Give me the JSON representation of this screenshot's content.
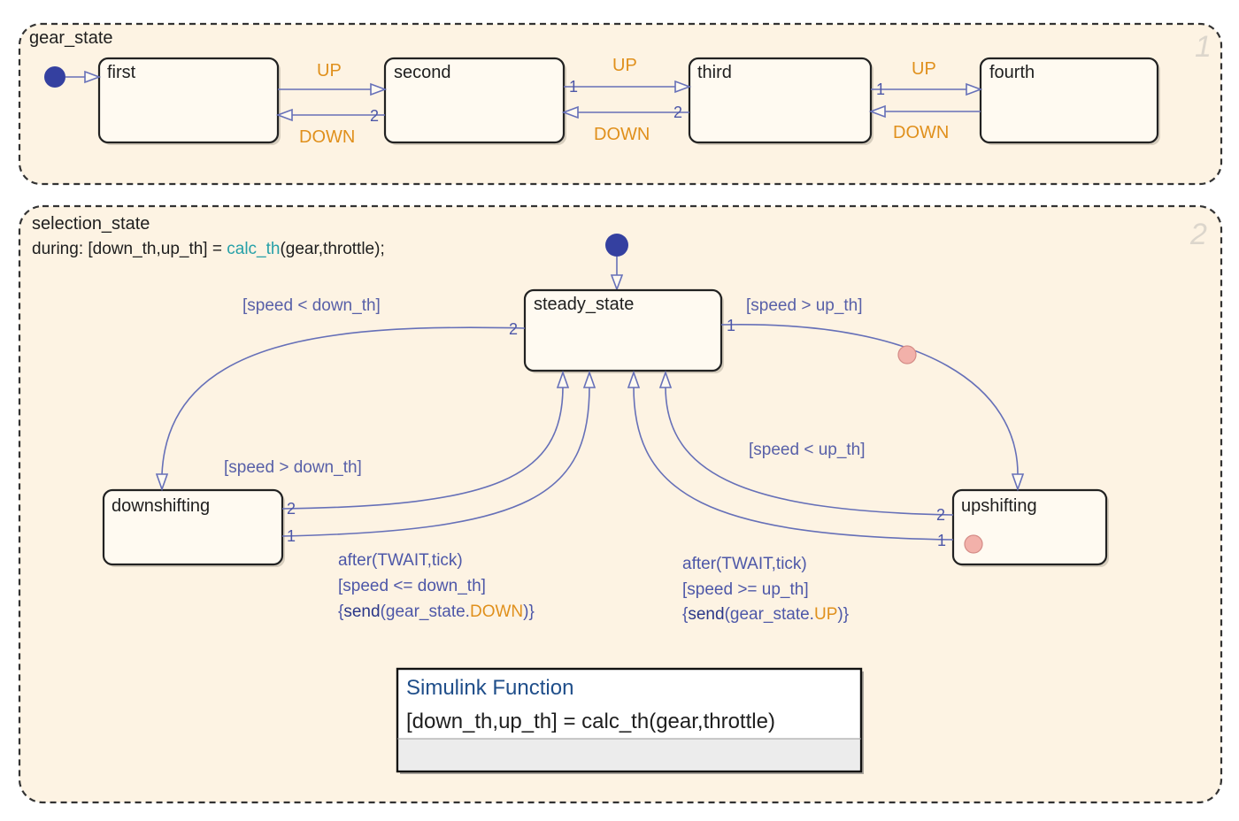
{
  "gear_state": {
    "name": "gear_state",
    "order": "1",
    "states": [
      "first",
      "second",
      "third",
      "fourth"
    ],
    "events": {
      "up": "UP",
      "down": "DOWN"
    },
    "orders": {
      "one": "1",
      "two": "2"
    }
  },
  "selection_state": {
    "name": "selection_state",
    "order": "2",
    "during_prefix": "during: [down_th,up_th] = ",
    "during_fn": "calc_th",
    "during_suffix": "(gear,throttle);",
    "states": {
      "steady": "steady_state",
      "down": "downshifting",
      "up": "upshifting"
    },
    "conditions": {
      "speed_lt_down": "[speed < down_th]",
      "speed_gt_up": "[speed > up_th]",
      "speed_gt_down": "[speed > down_th]",
      "speed_lt_up": "[speed < up_th]"
    },
    "orders": {
      "one": "1",
      "two": "2"
    },
    "down_action": {
      "after": "after(TWAIT,tick)",
      "cond": "[speed <= down_th]",
      "open": "{",
      "send": "send",
      "mid": "(gear_state.",
      "event": "DOWN",
      "close": ")}"
    },
    "up_action": {
      "after": "after(TWAIT,tick)",
      "cond": "[speed >= up_th]",
      "open": "{",
      "send": "send",
      "mid": "(gear_state.",
      "event": "UP",
      "close": ")}"
    }
  },
  "simulink_function": {
    "title": "Simulink Function",
    "signature": "[down_th,up_th] = calc_th(gear,throttle)"
  },
  "colors": {
    "transition": "#6670b8",
    "event": "#e0901c",
    "state_fill": "#fffaf1",
    "parallel_fill": "#fdf3e3",
    "default_dot": "#3440a0",
    "history_dot": "#f2b1aa"
  }
}
